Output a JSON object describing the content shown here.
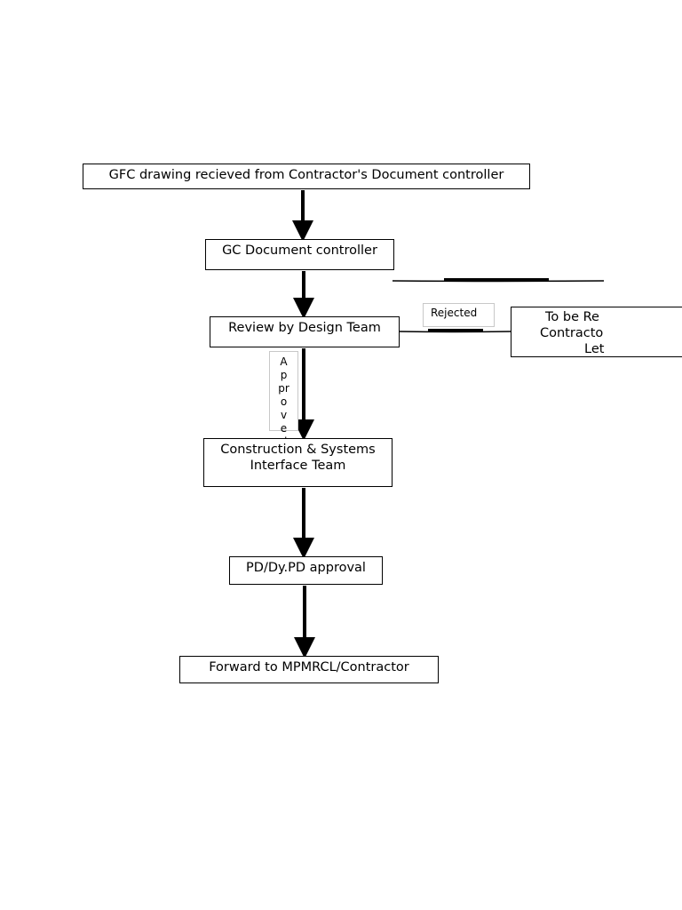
{
  "flowchart": {
    "nodes": {
      "gfc_received": "GFC drawing recieved from Contractor's Document controller",
      "gc_document_controller": "GC Document controller",
      "review_design_team": "Review by Design Team",
      "construction_systems": [
        "Construction & Systems",
        "Interface Team"
      ],
      "pd_approval": "PD/Dy.PD approval",
      "forward": "Forward to MPMRCL/Contractor",
      "returned": [
        "To be Re",
        "Contracto",
        "Let"
      ]
    },
    "labels": {
      "rejected": "Rejected",
      "approved": [
        "A",
        "p",
        "pr",
        "o",
        "v",
        "e",
        "d"
      ]
    },
    "colors": {
      "line": "#000000",
      "tag_border": "#c8c8c8",
      "background": "#ffffff"
    }
  }
}
